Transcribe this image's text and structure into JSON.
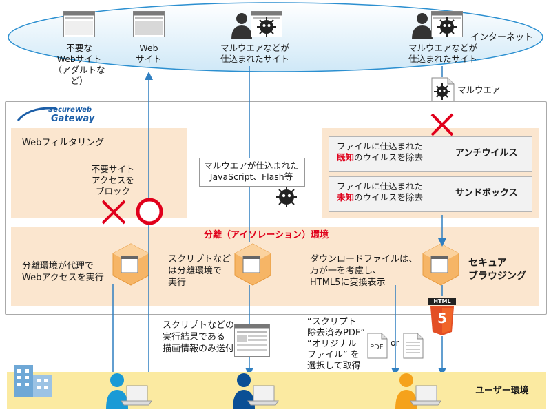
{
  "internet": {
    "label": "インターネット",
    "sites": {
      "unwanted": [
        "不要な",
        "Webサイト",
        "（アダルトなど）"
      ],
      "web": [
        "Web",
        "サイト"
      ],
      "malware1": [
        "マルウエアなどが",
        "仕込まれたサイト"
      ],
      "malware2": [
        "マルウエアなどが",
        "仕込まれたサイト"
      ]
    },
    "malware_doc_label": "マルウエア"
  },
  "gateway": {
    "logo_line1": "SecureWeb",
    "logo_line2": "Gateway",
    "web_filtering": {
      "title": "Webフィルタリング",
      "block_text": [
        "不要サイト",
        "アクセスを",
        "ブロック"
      ]
    },
    "js_callout": [
      "マルウエアが仕込まれた",
      "JavaScript、Flash等"
    ],
    "antivirus": {
      "line1": "ファイルに仕込まれた",
      "line2_em": "既知",
      "line2_rest": "のウイルスを除去",
      "label": "アンチウイルス"
    },
    "sandbox": {
      "line1": "ファイルに仕込まれた",
      "line2_em": "未知",
      "line2_rest": "のウイルスを除去",
      "label": "サンドボックス"
    },
    "isolation": {
      "title": "分離（アイソレーション）環境",
      "proxy_text": [
        "分離環境が代理で",
        "Webアクセスを実行"
      ],
      "script_text": [
        "スクリプトなど",
        "は分離環境で",
        "実行"
      ],
      "download_text": [
        "ダウンロードファイルは、",
        "万が一を考慮し、",
        "HTML5に変換表示"
      ],
      "secure_browsing": [
        "セキュア",
        "ブラウジング"
      ]
    }
  },
  "below": {
    "script_result": [
      "スクリプトなどの",
      "実行結果である",
      "描画情報のみ送付"
    ],
    "pdf_choice": [
      "“スクリプト",
      "除去済みPDF”",
      "“オリジナル",
      "ファイル” を",
      "選択して取得"
    ],
    "pdf_label": "PDF",
    "or_label": "or",
    "html_label": "HTML",
    "html_digit": "5"
  },
  "user_env": {
    "label": "ユーザー環境"
  },
  "colors": {
    "internet_fill": "#dbeef9",
    "internet_stroke": "#2b8fd0",
    "panel_fill": "#fbe6cf",
    "arrow": "#2f7fc1",
    "red": "#e0001b",
    "user_band": "#fbeaa1",
    "user_blue": "#1a9ad6",
    "user_navy": "#0a4f95",
    "user_orange": "#f5a21b"
  }
}
